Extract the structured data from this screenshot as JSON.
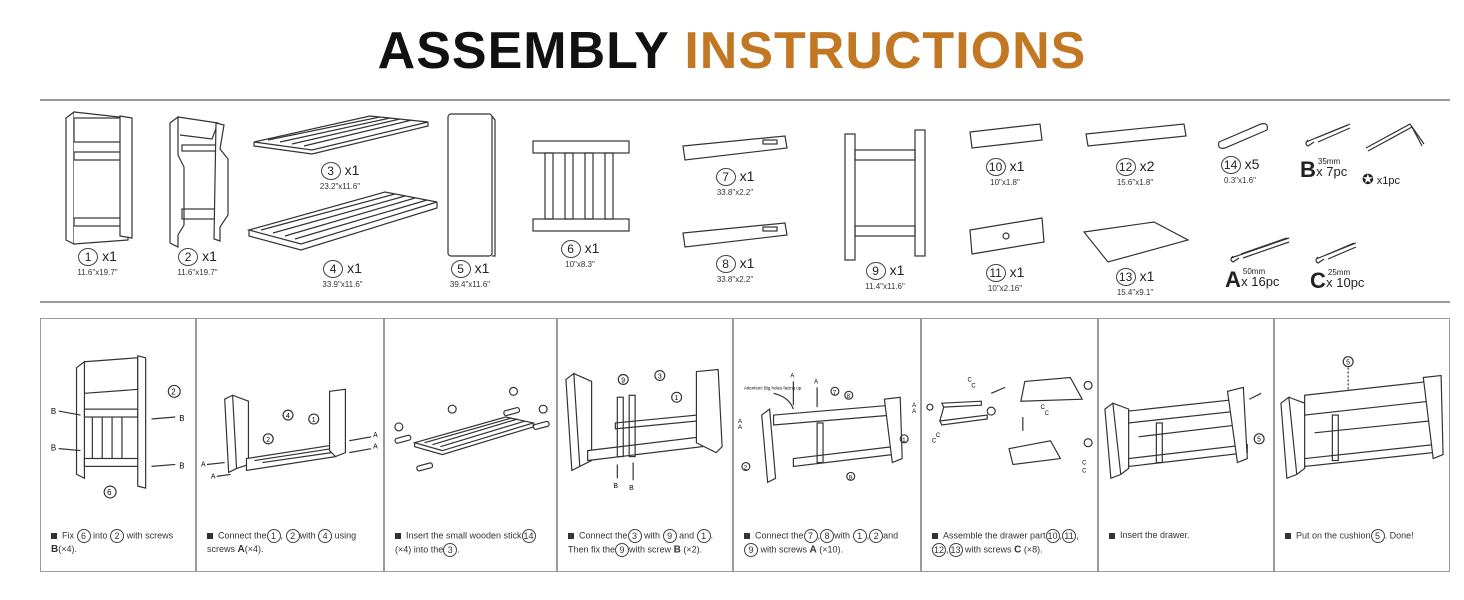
{
  "title": {
    "part1": "ASSEMBLY",
    "part2": "INSTRUCTIONS"
  },
  "colors": {
    "title_dark": "#111111",
    "title_accent": "#c27722",
    "divider": "#9a9a9a"
  },
  "parts": [
    {
      "num": "1",
      "qty": "x1",
      "dim": "11.6\"x19.7\""
    },
    {
      "num": "2",
      "qty": "x1",
      "dim": "11.6\"x19.7\""
    },
    {
      "num": "3",
      "qty": "x1",
      "dim": "23.2\"x11.6\""
    },
    {
      "num": "4",
      "qty": "x1",
      "dim": "33.9\"x11.6\""
    },
    {
      "num": "5",
      "qty": "x1",
      "dim": "39.4\"x11.6\""
    },
    {
      "num": "6",
      "qty": "x1",
      "dim": "10\"x8.3\""
    },
    {
      "num": "7",
      "qty": "x1",
      "dim": "33.8\"x2.2\""
    },
    {
      "num": "8",
      "qty": "x1",
      "dim": "33.8\"x2.2\""
    },
    {
      "num": "9",
      "qty": "x1",
      "dim": "11.4\"x11.6\""
    },
    {
      "num": "10",
      "qty": "x1",
      "dim": "10\"x1.8\""
    },
    {
      "num": "11",
      "qty": "x1",
      "dim": "10\"x2.16\""
    },
    {
      "num": "12",
      "qty": "x2",
      "dim": "15.6\"x1.8\""
    },
    {
      "num": "13",
      "qty": "x1",
      "dim": "15.4\"x9.1\""
    },
    {
      "num": "14",
      "qty": "x5",
      "dim": "0.3\"x1.6\""
    }
  ],
  "hardware": [
    {
      "letter": "B",
      "size": "35mm",
      "qty": "x 7pc"
    },
    {
      "letter": "A",
      "size": "50mm",
      "qty": "x 16pc"
    },
    {
      "letter": "C",
      "size": "25mm",
      "qty": "x 10pc"
    },
    {
      "letter": "",
      "icon": "allen-key",
      "qty": "x1pc"
    }
  ],
  "steps": [
    {
      "pre": "Fix",
      "t": [
        "into",
        "with screws"
      ],
      "c": [
        "6",
        "2"
      ],
      "screw": "B",
      "count": "(×4)."
    },
    {
      "pre": "Connect the",
      "t": [
        ",",
        "with",
        "using screws"
      ],
      "c": [
        "1",
        "2",
        "4"
      ],
      "screw": "A",
      "count": "(×4)."
    },
    {
      "pre": "Insert the small wooden stick",
      "t": [
        "(×4) into the",
        "."
      ],
      "c": [
        "14",
        "3"
      ]
    },
    {
      "pre": "Connect the",
      "t": [
        "with",
        "and",
        ". Then fix the",
        "with screw"
      ],
      "c": [
        "3",
        "9",
        "1",
        "9"
      ],
      "screw": "B",
      "count": "(×2)."
    },
    {
      "pre": "Connect the",
      "t": [
        ",",
        "with",
        ",",
        "and",
        "with screws"
      ],
      "c": [
        "7",
        "8",
        "1",
        "2",
        "9"
      ],
      "screw": "A",
      "count": "(×10)."
    },
    {
      "pre": "Assemble the drawer part",
      "t": [
        ",",
        ",",
        ",",
        "with screws"
      ],
      "c": [
        "10",
        "11",
        "12",
        "13"
      ],
      "screw": "C",
      "count": "(×8)."
    },
    {
      "pre": "Insert the drawer."
    },
    {
      "pre": "Put on the cushion",
      "t": [
        ". Done!"
      ],
      "c": [
        "5"
      ]
    }
  ],
  "annotations": {
    "attention": "Attention! Big holes facing up"
  }
}
